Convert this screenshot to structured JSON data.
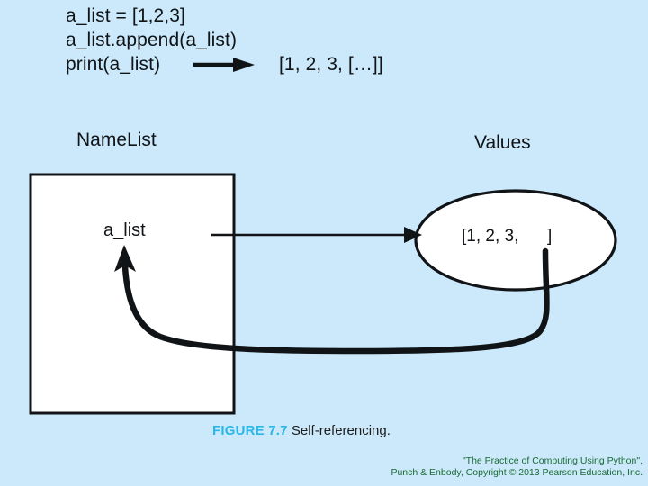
{
  "figure": {
    "background_color": "#cbe9fb",
    "code": {
      "line1": "a_list = [1,2,3]",
      "line2": "a_list.append(a_list)",
      "line3_call": "print(a_list)",
      "line3_output": "[1, 2, 3, […]]",
      "arrow_icon": "thick-right-arrow"
    },
    "columns": {
      "names_label": "NameList",
      "values_label": "Values"
    },
    "name_box": {
      "variable_label": "a_list",
      "fill_color": "#ffffff",
      "border_color": "#000000"
    },
    "value_ellipse": {
      "content_text": "[1, 2, 3,      ]",
      "fill_color": "#ffffff",
      "border_color": "#000000"
    },
    "arrows": {
      "reference_arrow": "thin-right-arrow",
      "self_reference_arrow": "thick-curved-up-arrow"
    },
    "caption": {
      "figure_number": "FIGURE 7.7",
      "figure_title": "Self-referencing.",
      "number_color": "#2bb6e8"
    },
    "credit": {
      "line1": "\"The Practice of Computing Using Python\",",
      "line2": "Punch & Enbody, Copyright © 2013 Pearson Education, Inc.",
      "color": "#1a6b33"
    }
  }
}
